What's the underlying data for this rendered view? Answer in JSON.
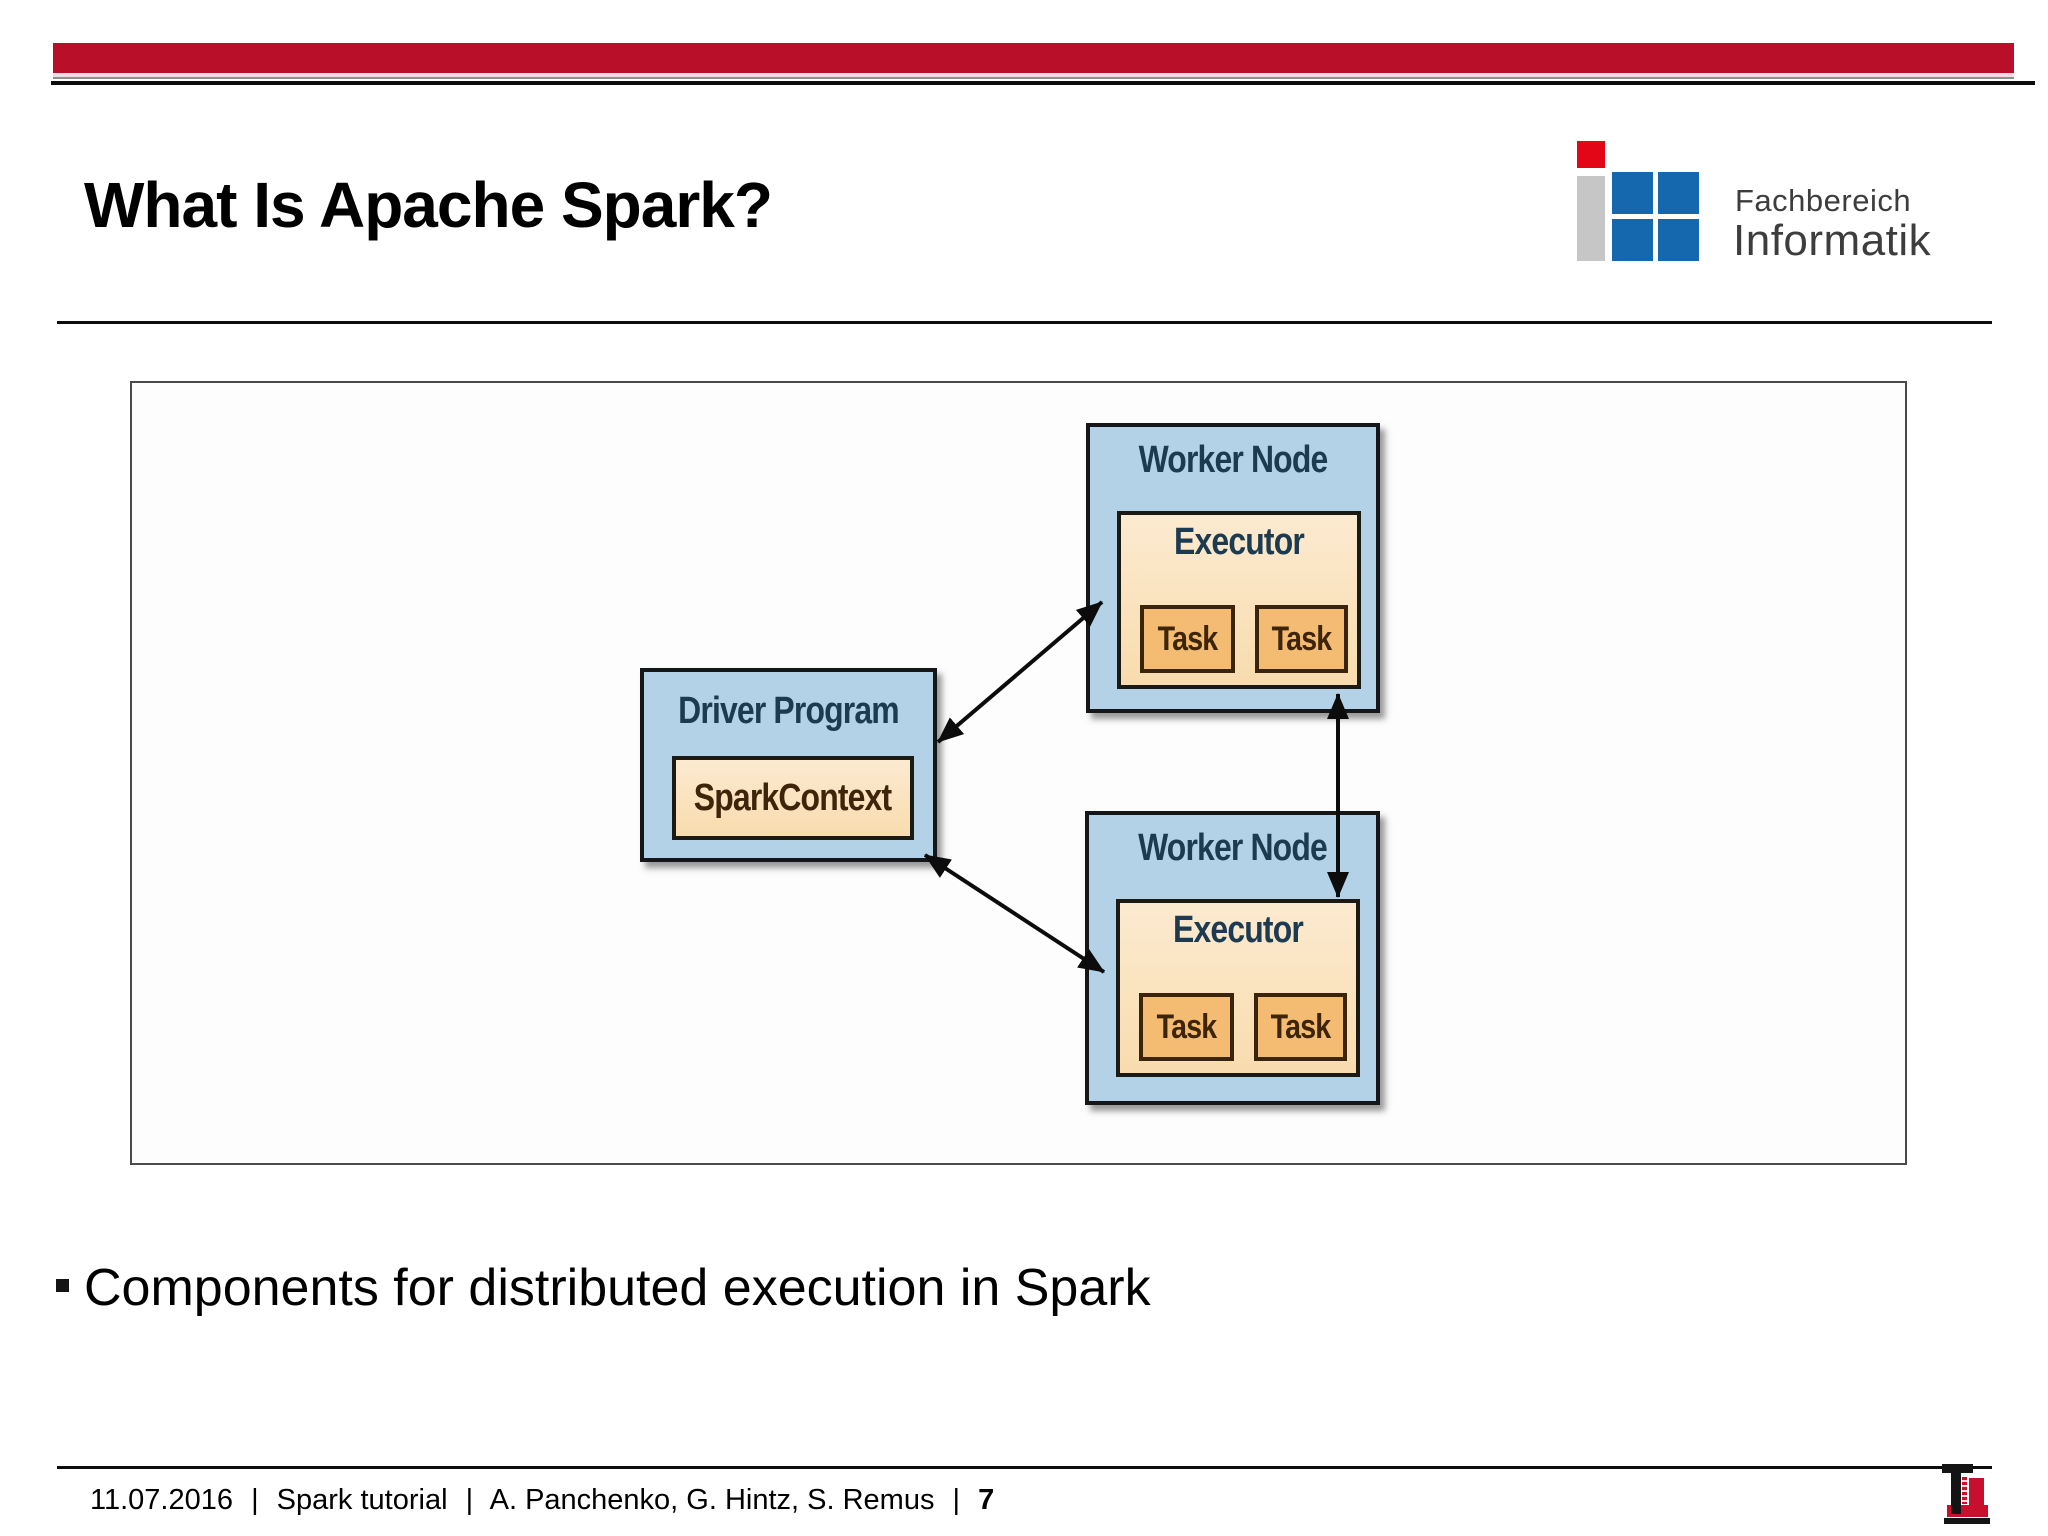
{
  "slide": {
    "title": "What Is Apache Spark?",
    "bullet": "Components for distributed execution in Spark"
  },
  "header_logo": {
    "line1": "Fachbereich",
    "line2": "Informatik"
  },
  "diagram": {
    "driver": {
      "title": "Driver Program",
      "context": "SparkContext"
    },
    "worker_top": {
      "title": "Worker Node",
      "executor": "Executor",
      "tasks": [
        "Task",
        "Task"
      ]
    },
    "worker_bottom": {
      "title": "Worker Node",
      "executor": "Executor",
      "tasks": [
        "Task",
        "Task"
      ]
    }
  },
  "footer": {
    "date": "11.07.2016",
    "sep": "|",
    "course": "Spark tutorial",
    "authors": "A. Panchenko, G. Hintz, S. Remus",
    "page": "7"
  },
  "colors": {
    "accent_red": "#b90f28",
    "logo_red": "#e30617",
    "logo_blue": "#1568ae",
    "logo_gray": "#c6c6c6",
    "node_blue_fill": "#b3d2e8",
    "executor_peach_fill": "#fbe4bd",
    "task_orange_fill": "#f4bc72",
    "diagram_navy_text": "#1c3a50",
    "diagram_brown_text": "#3e2409",
    "lt_logo_red": "#c8102e"
  }
}
